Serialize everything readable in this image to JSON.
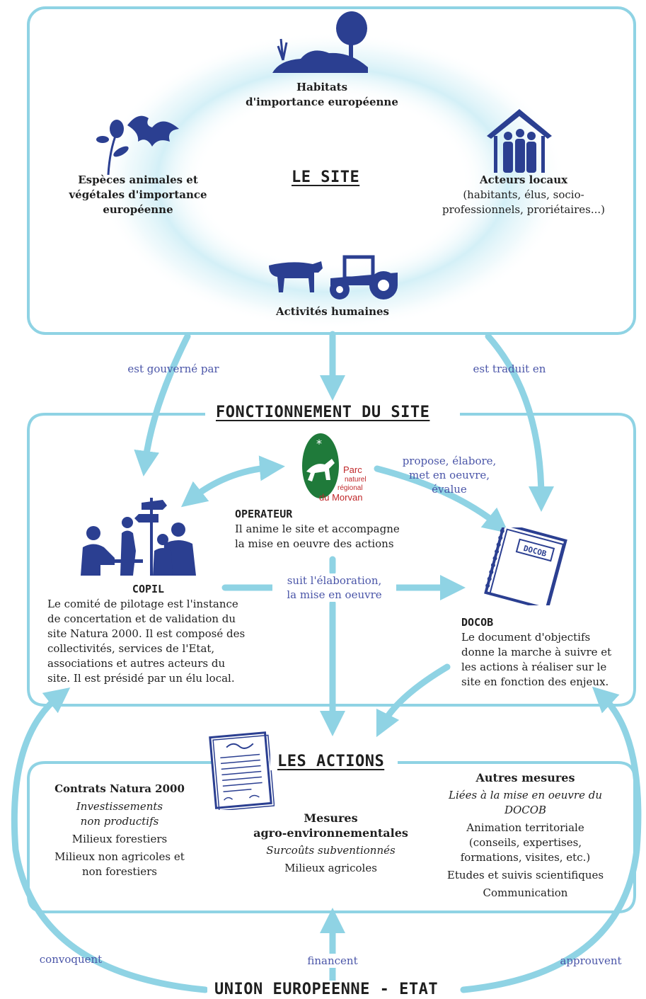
{
  "site": {
    "heading": "LE SITE",
    "habitats": {
      "line1": "Habitats",
      "line2": "d'importance européenne"
    },
    "especes": {
      "line1": "Espèces animales et",
      "line2": "végétales d'importance",
      "line3": "européenne"
    },
    "acteurs": {
      "title": "Acteurs locaux",
      "line1": "(habitants, élus, socio-",
      "line2": "professionnels, proriétaires...)"
    },
    "activites": "Activités humaines"
  },
  "relations": {
    "gouverne": "est gouverné par",
    "traduit": "est traduit en",
    "propose1": "propose, élabore,",
    "propose2": "met en oeuvre,",
    "propose3": "évalue",
    "suit1": "suit l'élaboration,",
    "suit2": "la mise en oeuvre",
    "convoquent": "convoquent",
    "financent": "financent",
    "approuvent": "approuvent"
  },
  "fonctionnement": {
    "heading": "FONCTIONNEMENT DU SITE",
    "logo": {
      "l1": "Parc",
      "l2": "naturel",
      "l3": "régional",
      "l4": "du Morvan"
    },
    "operateur": {
      "title": "OPERATEUR",
      "line1": "Il anime le site et accompagne",
      "line2": "la mise en oeuvre des actions"
    },
    "copil": {
      "title": "COPIL",
      "lines": [
        "Le comité de pilotage est l'instance",
        "de concertation et de validation du",
        "site Natura 2000. Il est composé des",
        "collectivités, services de l'Etat,",
        "associations et autres acteurs du",
        "site. Il est présidé par un élu local."
      ]
    },
    "docob": {
      "label": "DOCOB",
      "title": "DOCOB",
      "lines": [
        "Le document d'objectifs",
        "donne la marche à suivre et",
        "les actions à réaliser sur le",
        "site en fonction des enjeux."
      ]
    }
  },
  "actions": {
    "heading": "LES ACTIONS",
    "contrats": {
      "title": "Contrats Natura 2000",
      "it1": "Investissements",
      "it2": "non productifs",
      "l1": "Milieux forestiers",
      "l2": "Milieux non agricoles et",
      "l3": "non forestiers"
    },
    "mesures": {
      "title1": "Mesures",
      "title2": "agro-environnementales",
      "it1": "Surcoûts subventionnés",
      "l1": "Milieux agricoles"
    },
    "autres": {
      "title": "Autres mesures",
      "it1": "Liées à la mise en oeuvre du",
      "it2": "DOCOB",
      "l1": "Animation territoriale",
      "l2": "(conseils, expertises,",
      "l3": "formations, visites, etc.)",
      "l4": "Etudes et suivis scientifiques",
      "l5": "Communication"
    }
  },
  "union": {
    "heading": "UNION EUROPEENNE - ETAT"
  },
  "colors": {
    "line": "#8fd3e4",
    "icon": "#2b3f91",
    "label": "#4a55a8",
    "logo_red": "#c0282a",
    "logo_green": "#1f7a3a"
  }
}
